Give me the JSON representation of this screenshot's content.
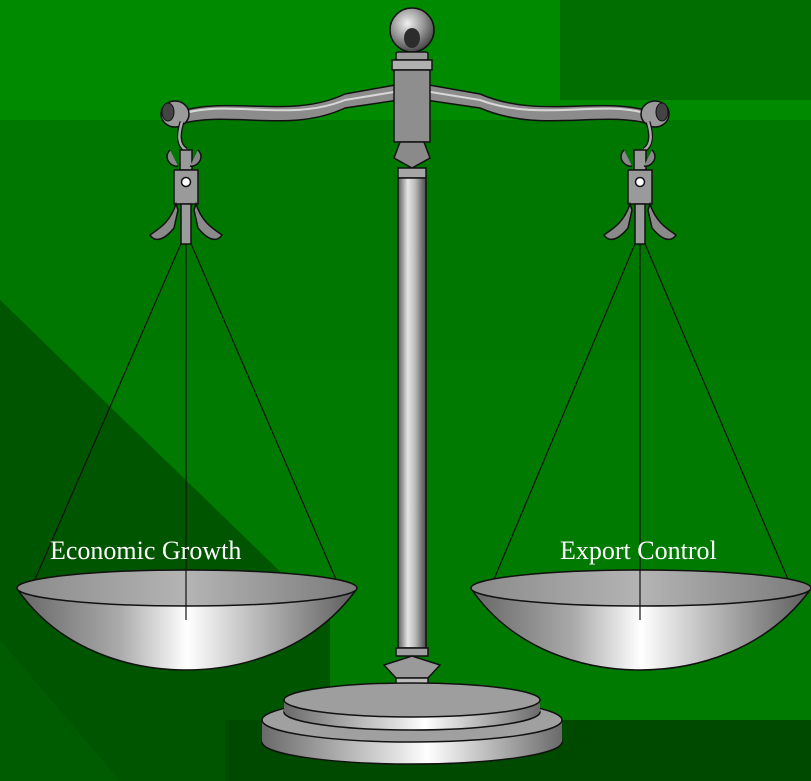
{
  "slide": {
    "background_color": "#007a00",
    "illustration": "balance-scale",
    "left_pan": {
      "label": "Economic Growth"
    },
    "right_pan": {
      "label": "Export Control"
    },
    "label_color": "#ffffff"
  }
}
